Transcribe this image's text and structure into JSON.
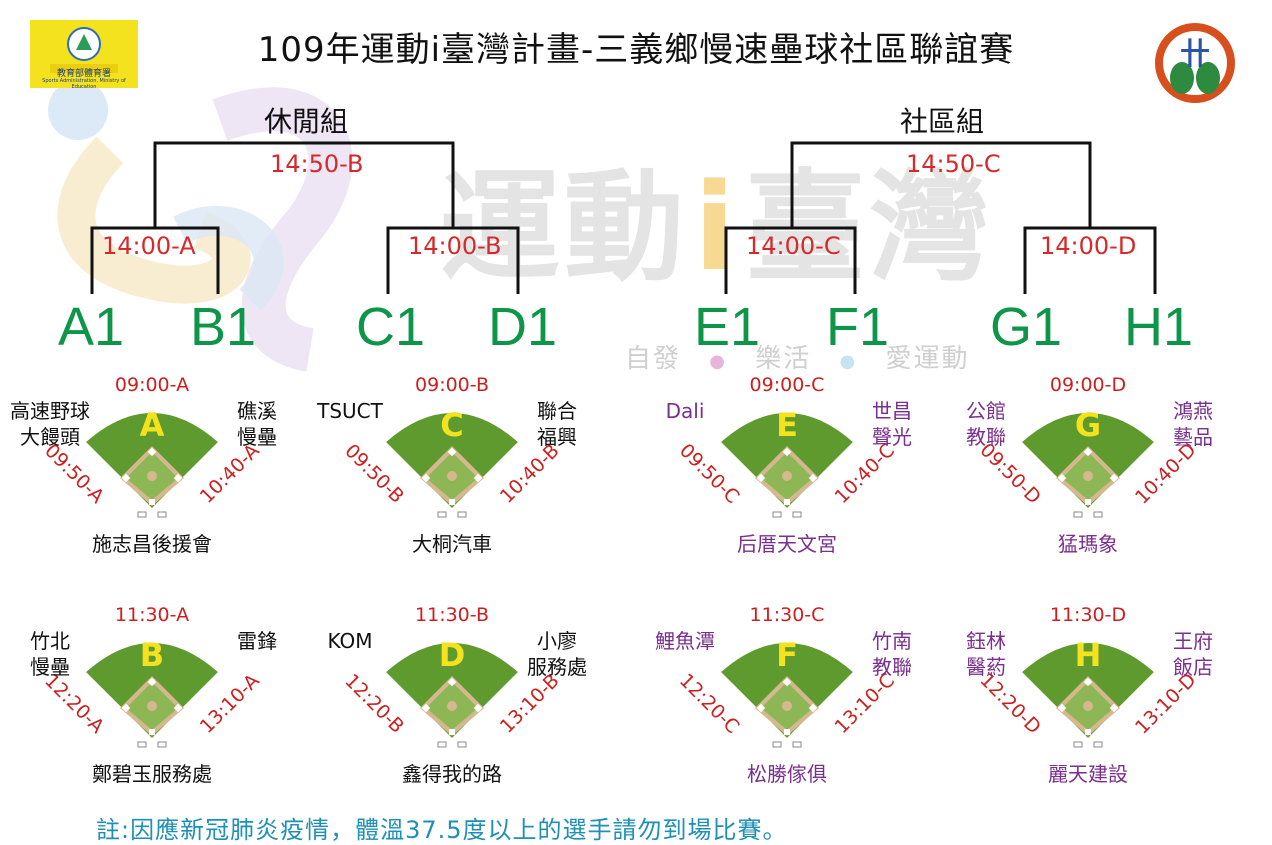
{
  "title": "109年運動i臺灣計畫-三義鄉慢速壘球社區聯誼賽",
  "logos": {
    "left_text_cn": "教育部體育署",
    "left_text_en": "Sports Administration, Ministry of Education",
    "right_glyph": "卄"
  },
  "watermark": "運動臺灣",
  "watermark_i": "i",
  "slogan": [
    "自發",
    "樂活",
    "愛運動"
  ],
  "groups": [
    {
      "label": "休閒組",
      "final": "14:50-B",
      "semis": [
        "14:00-A",
        "14:00-B"
      ]
    },
    {
      "label": "社區組",
      "final": "14:50-C",
      "semis": [
        "14:00-C",
        "14:00-D"
      ]
    }
  ],
  "seeds": [
    "A1",
    "B1",
    "C1",
    "D1",
    "E1",
    "F1",
    "G1",
    "H1"
  ],
  "fields": [
    {
      "letter": "A",
      "top": "09:00-A",
      "left_time": "09:50-A",
      "right_time": "10:40-A",
      "team_left": [
        "高速野球",
        "大饅頭"
      ],
      "team_right": [
        "礁溪",
        "慢壘"
      ],
      "team_bottom": "施志昌後援會",
      "side_color": "dark"
    },
    {
      "letter": "C",
      "top": "09:00-B",
      "left_time": "09:50-B",
      "right_time": "10:40-B",
      "team_left": [
        "TSUCT"
      ],
      "team_right": [
        "聯合",
        "福興"
      ],
      "team_bottom": "大桐汽車",
      "side_color": "dark"
    },
    {
      "letter": "E",
      "top": "09:00-C",
      "left_time": "09:50-C",
      "right_time": "10:40-C",
      "team_left": [
        "Dali"
      ],
      "team_right": [
        "世昌",
        "聲光"
      ],
      "team_bottom": "后厝天文宮",
      "side_color": "purple"
    },
    {
      "letter": "G",
      "top": "09:00-D",
      "left_time": "09:50-D",
      "right_time": "10:40-D",
      "team_left": [
        "公館",
        "教聯"
      ],
      "team_right": [
        "鴻燕",
        "藝品"
      ],
      "team_bottom": "猛瑪象",
      "side_color": "purple"
    },
    {
      "letter": "B",
      "top": "11:30-A",
      "left_time": "12:20-A",
      "right_time": "13:10-A",
      "team_left": [
        "竹北",
        "慢壘"
      ],
      "team_right": [
        "雷鋒"
      ],
      "team_bottom": "鄭碧玉服務處",
      "side_color": "dark"
    },
    {
      "letter": "D",
      "top": "11:30-B",
      "left_time": "12:20-B",
      "right_time": "13:10-B",
      "team_left": [
        "KOM"
      ],
      "team_right": [
        "小廖",
        "服務處"
      ],
      "team_bottom": "鑫得我的路",
      "side_color": "dark"
    },
    {
      "letter": "F",
      "top": "11:30-C",
      "left_time": "12:20-C",
      "right_time": "13:10-C",
      "team_left": [
        "鯉魚潭"
      ],
      "team_right": [
        "竹南",
        "教聯"
      ],
      "team_bottom": "松勝傢俱",
      "side_color": "purple"
    },
    {
      "letter": "H",
      "top": "11:30-D",
      "left_time": "12:20-D",
      "right_time": "13:10-D",
      "team_left": [
        "鈺林",
        "醫葯"
      ],
      "team_right": [
        "王府",
        "飯店"
      ],
      "team_bottom": "麗天建設",
      "side_color": "purple"
    }
  ],
  "note": "註:因應新冠肺炎疫情，體溫37.5度以上的選手請勿到場比賽。",
  "colors": {
    "field_green": "#5e9a2e",
    "infield": "#d6b890",
    "code_green": "#0e9648",
    "time_red": "#d62a2a",
    "purple": "#7a2f8f",
    "note_blue": "#1e8fb5"
  }
}
